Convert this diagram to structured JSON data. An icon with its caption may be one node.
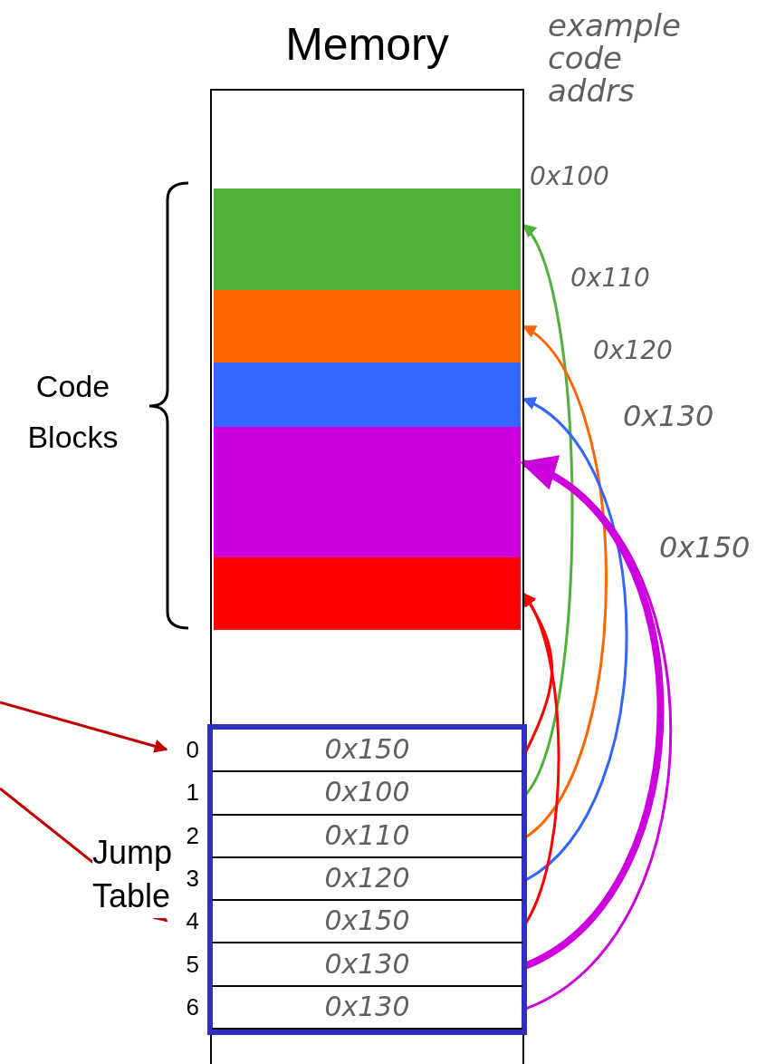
{
  "diagram": {
    "nodes": [
      {
        "text": [
          "Memory"
        ]
      },
      {
        "text": [],
        "shape": "box",
        "in": 0
      },
      {
        "text": [],
        "shape": "box",
        "in": 0
      },
      {
        "text": [],
        "shape": "box",
        "in": 0
      },
      {
        "text": [],
        "shape": "box",
        "in": 0
      },
      {
        "text": [],
        "shape": "box",
        "in": 0
      },
      {
        "text": [
          "Jump Table"
        ],
        "in": 0
      },
      {
        "text": [
          "0x150"
        ],
        "in": 6,
        "beside": [
          "0"
        ]
      },
      {
        "text": [
          "0x100"
        ],
        "in": 6,
        "beside": [
          "1"
        ]
      },
      {
        "text": [
          "0x110"
        ],
        "in": 6,
        "beside": [
          "2"
        ]
      },
      {
        "text": [
          "0x120"
        ],
        "in": 6,
        "beside": [
          "3"
        ]
      },
      {
        "text": [
          "0x150"
        ],
        "in": 6,
        "beside": [
          "4"
        ]
      },
      {
        "text": [
          "0x130"
        ],
        "in": 6,
        "beside": [
          "5"
        ]
      },
      {
        "text": [
          "0x130"
        ],
        "in": 6,
        "beside": [
          "6"
        ]
      }
    ],
    "edges": [
      {
        "from": null,
        "to": 7,
        "arrow": "to",
        "color": "#c00000"
      },
      {
        "from": null,
        "to": 11,
        "arrow": "to",
        "color": "#c00000"
      },
      {
        "from": 7,
        "to": 5,
        "arrow": "to",
        "color": "#ff0000"
      },
      {
        "from": 8,
        "to": 1,
        "arrow": "to",
        "color": "#4fb03a"
      },
      {
        "from": 9,
        "to": 2,
        "arrow": "to",
        "color": "#ff6600"
      },
      {
        "from": 10,
        "to": 3,
        "arrow": "to",
        "color": "#3366ff"
      },
      {
        "from": 11,
        "to": 5,
        "arrow": "to",
        "color": "#ff0000"
      },
      {
        "from": 12,
        "to": 4,
        "arrow": "to",
        "color": "#cc00dd",
        "style": "thick"
      },
      {
        "from": 13,
        "to": 4,
        "arrow": "to",
        "color": "#cc00dd"
      }
    ],
    "labels": [
      "example code addrs",
      "0x100",
      "0x110",
      "0x120",
      "0x130",
      "0x150",
      "Code Blocks"
    ]
  }
}
